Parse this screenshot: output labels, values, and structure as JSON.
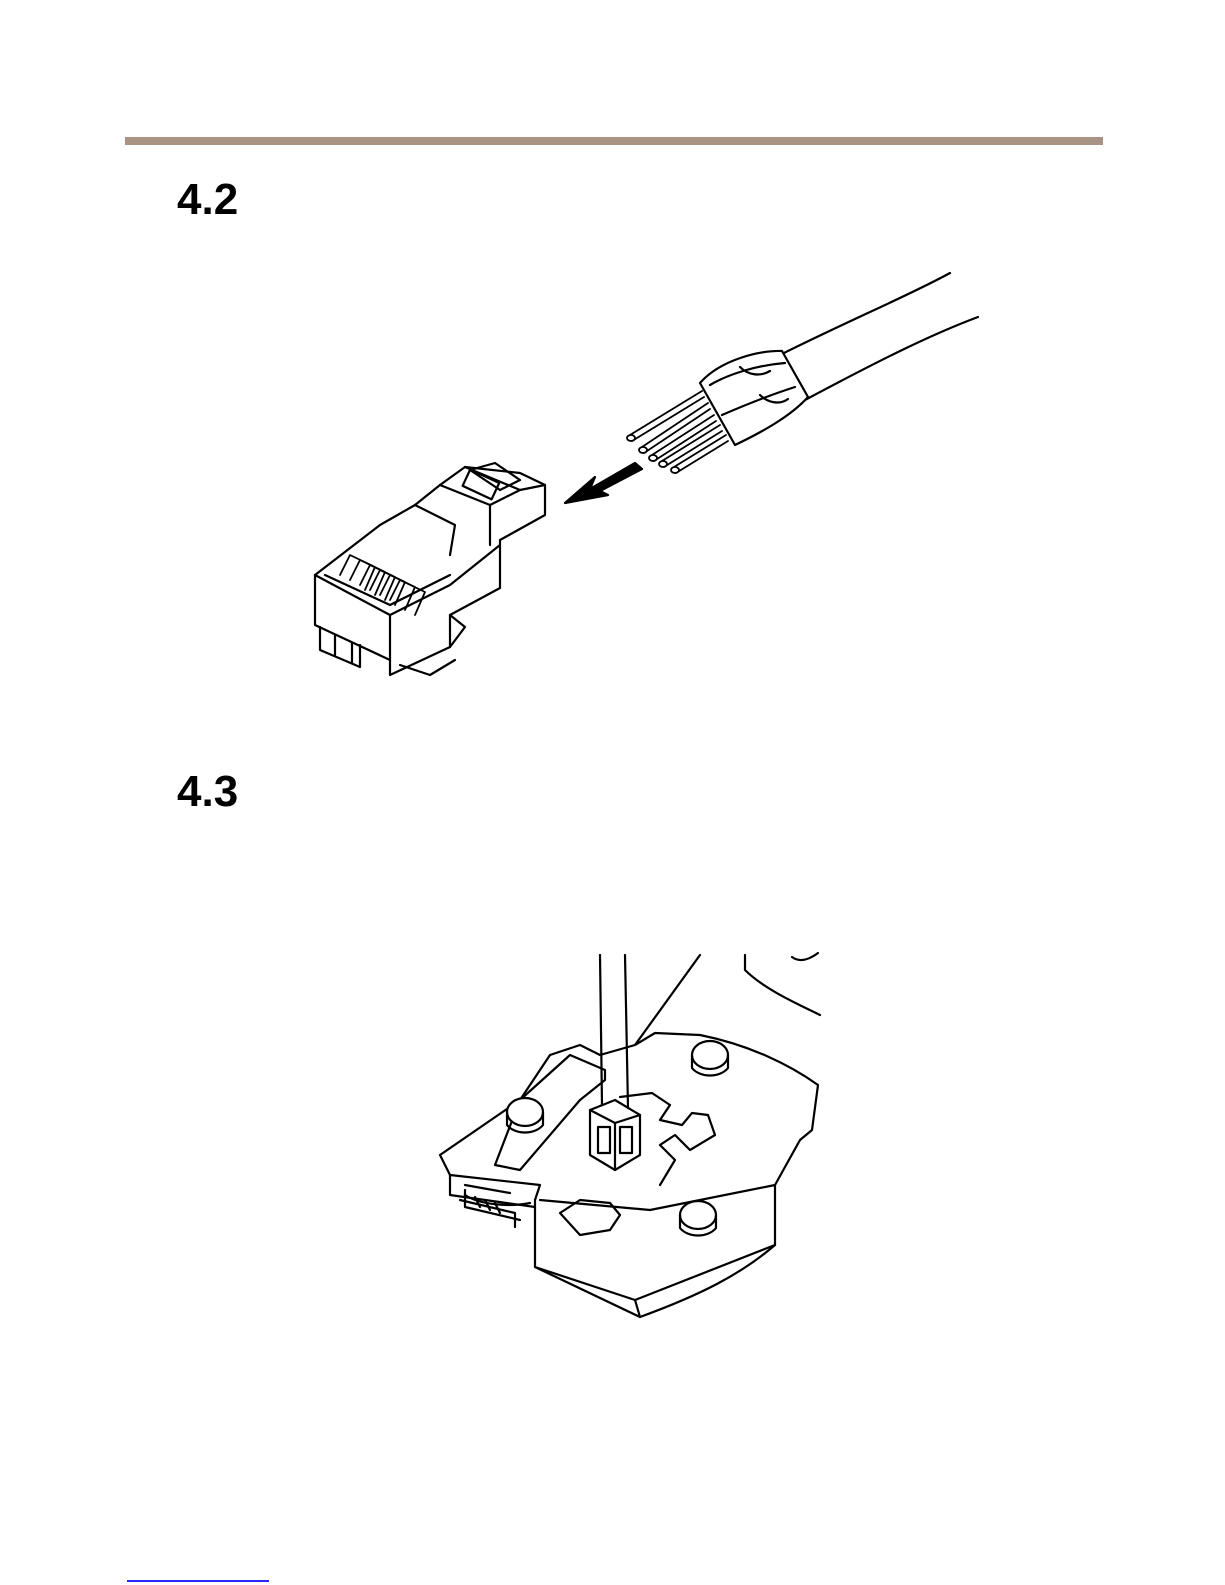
{
  "page": {
    "step_a": "4.2",
    "step_b": "4.3"
  },
  "figures": [
    {
      "icon": "insert-wires-into-connector-illustration"
    },
    {
      "icon": "crimp-connector-in-tool-illustration"
    }
  ],
  "colors": {
    "rule": "#a89385",
    "line": "#000000",
    "link": "#2a2aff"
  }
}
